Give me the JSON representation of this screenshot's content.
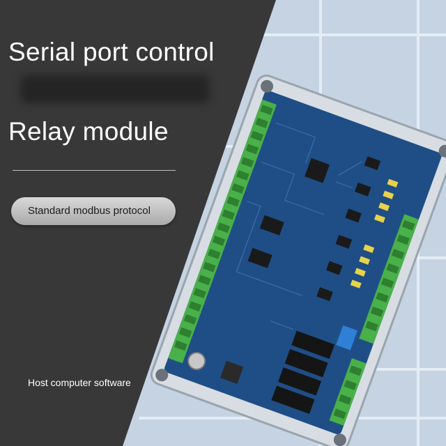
{
  "title_line1": "Serial port control",
  "title_line2": "Relay module",
  "badge": {
    "label": "Standard modbus protocol"
  },
  "caption": "Host computer software",
  "colors": {
    "dark_panel": "#383838",
    "tile_background": "#cbd8e6",
    "pcb_blue": "#1f4e86",
    "terminal_green": "#49b04a",
    "text_white": "#ffffff"
  }
}
